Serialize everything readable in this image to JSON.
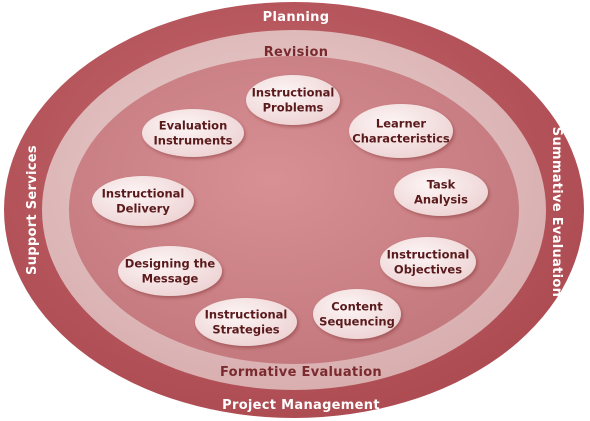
{
  "colors": {
    "outer_ring": "#b2555a",
    "middle_ring": "#dcb2b2",
    "inner_field": "#c98387",
    "node_fill": "#f7e6e6",
    "node_text": "#5a1a1c",
    "ring_text": "#ffffff"
  },
  "rings": {
    "top_outer": "Planning",
    "top_middle": "Revision",
    "bottom_middle": "Formative Evaluation",
    "bottom_outer": "Project Management",
    "left_outer": "Support Services",
    "right_outer": "Summative Evaluation"
  },
  "nodes": [
    {
      "id": "instructional-problems",
      "lines": [
        "Instructional",
        "Problems"
      ]
    },
    {
      "id": "learner-characteristics",
      "lines": [
        "Learner",
        "Characteristics"
      ]
    },
    {
      "id": "task-analysis",
      "lines": [
        "Task",
        "Analysis"
      ]
    },
    {
      "id": "instructional-objectives",
      "lines": [
        "Instructional",
        "Objectives"
      ]
    },
    {
      "id": "content-sequencing",
      "lines": [
        "Content",
        "Sequencing"
      ]
    },
    {
      "id": "instructional-strategies",
      "lines": [
        "Instructional",
        "Strategies"
      ]
    },
    {
      "id": "designing-the-message",
      "lines": [
        "Designing the",
        "Message"
      ]
    },
    {
      "id": "instructional-delivery",
      "lines": [
        "Instructional",
        "Delivery"
      ]
    },
    {
      "id": "evaluation-instruments",
      "lines": [
        "Evaluation",
        "Instruments"
      ]
    }
  ]
}
